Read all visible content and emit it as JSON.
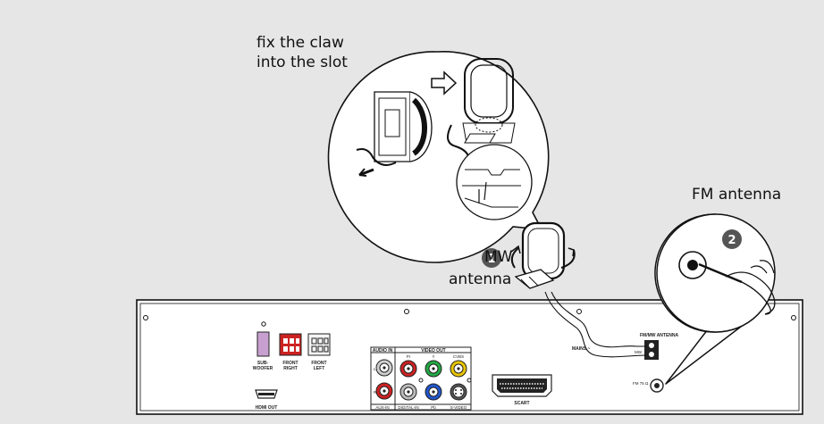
{
  "captions": {
    "claw": [
      "fix the claw",
      "into the slot"
    ],
    "fm": "FM antenna",
    "mw": [
      "MW",
      "antenna"
    ]
  },
  "steps": {
    "one": "1",
    "two": "2"
  },
  "panel_labels": {
    "subwoofer": [
      "SUB-",
      "WOOFER"
    ],
    "front_right": [
      "FRONT",
      "RIGHT"
    ],
    "front_left": [
      "FRONT",
      "LEFT"
    ],
    "hdmi_out": "HDMI OUT",
    "audio_in": "AUDIO IN",
    "video_out": "VIDEO OUT",
    "pr": "Pr",
    "y": "Y",
    "cvbs": "CVBS",
    "pb": "Pb",
    "s_video": "S-VIDEO",
    "aux_in": "AUX-IN",
    "digital_in": "DIGITAL-IN",
    "l": "L",
    "r": "R",
    "scart": "SCART",
    "mains": "MAINS ~",
    "fm_mw_antenna": "FM/MW ANTENNA",
    "mw": "MW",
    "fm75": "FM 75 Ω"
  },
  "colors": {
    "background": "#e6e6e6",
    "step_badge": "#555555",
    "red_jack": "#cc2222",
    "green_jack": "#22aa44",
    "blue_jack": "#2255cc",
    "yellow_jack": "#e8c400",
    "sub_connector": "#c8a0d0"
  }
}
